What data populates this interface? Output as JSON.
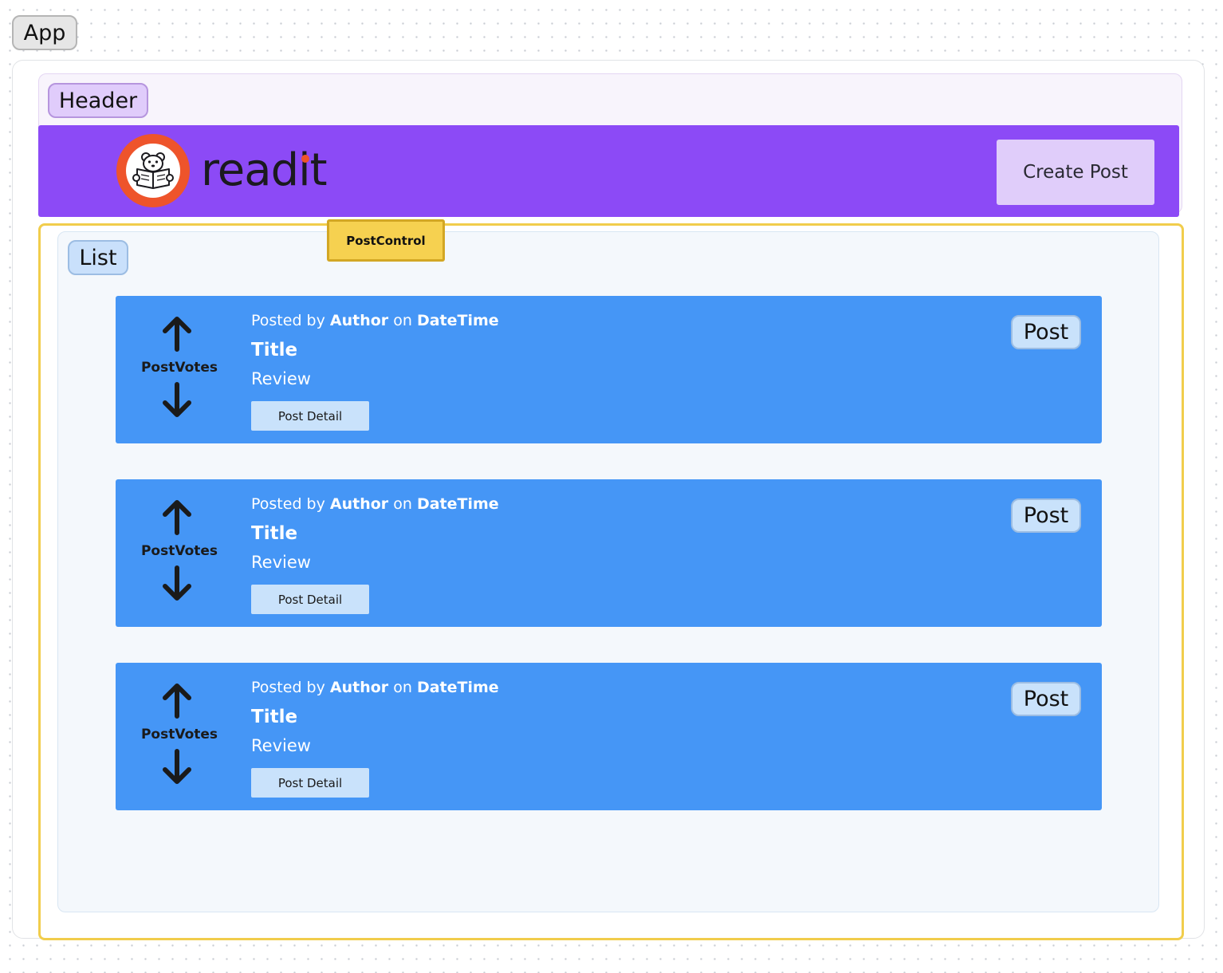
{
  "labels": {
    "app": "App",
    "header": "Header",
    "post_control": "PostControl",
    "list": "List"
  },
  "header": {
    "brand_name": "readit",
    "create_post_label": "Create Post",
    "logo_icon": "bear-reading-icon"
  },
  "posts": [
    {
      "tag": "Post",
      "votes_label": "PostVotes",
      "posted_by": "Posted by",
      "author": "Author",
      "on": "on",
      "datetime": "DateTime",
      "title": "Title",
      "review": "Review",
      "detail_label": "Post Detail"
    },
    {
      "tag": "Post",
      "votes_label": "PostVotes",
      "posted_by": "Posted by",
      "author": "Author",
      "on": "on",
      "datetime": "DateTime",
      "title": "Title",
      "review": "Review",
      "detail_label": "Post Detail"
    },
    {
      "tag": "Post",
      "votes_label": "PostVotes",
      "posted_by": "Posted by",
      "author": "Author",
      "on": "on",
      "datetime": "DateTime",
      "title": "Title",
      "review": "Review",
      "detail_label": "Post Detail"
    }
  ],
  "colors": {
    "header_bar": "#8c4af6",
    "brand_accent": "#ee542b",
    "post_card": "#4596f6",
    "post_control_border": "#f1cd4c"
  }
}
